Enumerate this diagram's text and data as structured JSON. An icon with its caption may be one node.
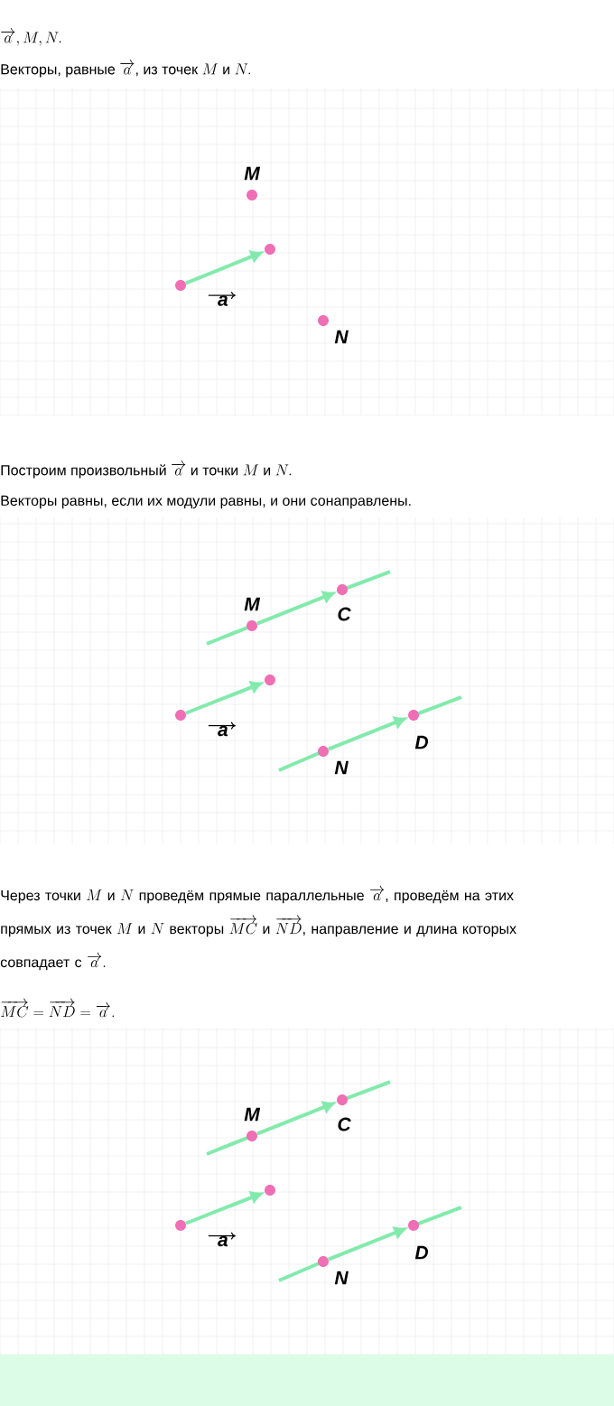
{
  "diagram": {
    "nodes": [
      {
        "text": [],
        "shape": "circle",
        "beside": [
          "M"
        ]
      },
      {
        "text": [],
        "shape": "circle"
      },
      {
        "text": [],
        "shape": "circle"
      },
      {
        "text": [],
        "shape": "circle",
        "beside": [
          "N"
        ]
      },
      {
        "text": [],
        "shape": "circle",
        "beside": [
          "M"
        ]
      },
      {
        "text": [],
        "shape": "circle",
        "beside": [
          "C"
        ]
      },
      {
        "text": [],
        "shape": "circle"
      },
      {
        "text": [],
        "shape": "circle"
      },
      {
        "text": [],
        "shape": "circle",
        "beside": [
          "N"
        ]
      },
      {
        "text": [],
        "shape": "circle",
        "beside": [
          "D"
        ]
      },
      {
        "text": [],
        "shape": "circle",
        "beside": [
          "M"
        ]
      },
      {
        "text": [],
        "shape": "circle",
        "beside": [
          "C"
        ]
      },
      {
        "text": [],
        "shape": "circle"
      },
      {
        "text": [],
        "shape": "circle"
      },
      {
        "text": [],
        "shape": "circle",
        "beside": [
          "N"
        ]
      },
      {
        "text": [],
        "shape": "circle",
        "beside": [
          "D"
        ]
      }
    ],
    "edges": [
      {
        "from": 1,
        "to": 2,
        "arrow": "to",
        "label": "a"
      },
      {
        "from": 4,
        "to": 5,
        "arrow": "to"
      },
      {
        "from": 6,
        "to": 7,
        "arrow": "to",
        "label": "a"
      },
      {
        "from": 8,
        "to": 9,
        "arrow": "to"
      },
      {
        "from": 10,
        "to": 11,
        "arrow": "to"
      },
      {
        "from": 12,
        "to": 13,
        "arrow": "to",
        "label": "a"
      },
      {
        "from": 14,
        "to": 15,
        "arrow": "to"
      }
    ],
    "labels": [
      "\\overrightarrow{a}, M, N.",
      "\\text{Векторы, равные }\\overrightarrow{a}\\text{, из точек }M\\text{ и }N.",
      "\\text{Построим произвольный }\\overrightarrow{a}\\text{ и точки }M\\text{ и }N.",
      "\\text{Векторы равны, если их модули равны, и они сонаправлены.}",
      "\\text{Через точки }M\\text{ и }N\\text{ проведём прямые параллельные }\\overrightarrow{a}\\text{, проведём на этих }\\allowbreak\\text{прямых из точек }M\\text{ и }N\\text{ векторы }\\overrightarrow{MC}\\text{ и }\\overrightarrow{ND}\\text{, направление и длина которых }\\allowbreak\\text{совпадает с }\\overrightarrow{a}.",
      "\\overrightarrow{MC}=\\overrightarrow{ND}=\\overrightarrow{a}."
    ]
  }
}
